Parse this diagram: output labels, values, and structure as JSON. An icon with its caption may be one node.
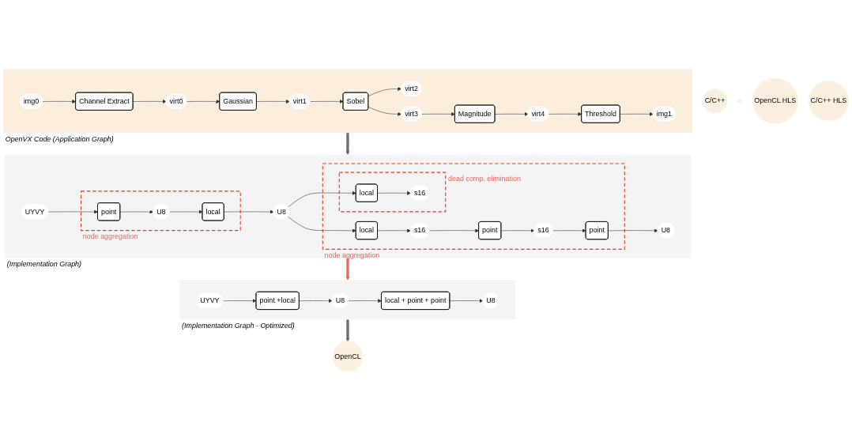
{
  "diagram": {
    "nodes": [
      {
        "text": [
          "OpenVX Code (Application Graph)"
        ]
      },
      {
        "text": [
          "img0"
        ],
        "in": 0
      },
      {
        "text": [
          "Channel Extract"
        ],
        "in": 0
      },
      {
        "text": [
          "virt0"
        ],
        "in": 0
      },
      {
        "text": [
          "Gaussian"
        ],
        "in": 0
      },
      {
        "text": [
          "virt1"
        ],
        "in": 0
      },
      {
        "text": [
          "Sobel"
        ],
        "in": 0
      },
      {
        "text": [
          "virt2"
        ],
        "in": 0
      },
      {
        "text": [
          "virt3"
        ],
        "in": 0
      },
      {
        "text": [
          "Magnitude"
        ],
        "in": 0
      },
      {
        "text": [
          "virt4"
        ],
        "in": 0
      },
      {
        "text": [
          "Threshold"
        ],
        "in": 0
      },
      {
        "text": [
          "img1"
        ],
        "in": 0
      },
      {
        "text": [
          "(Implementation Graph)"
        ]
      },
      {
        "text": [
          "UYVY"
        ],
        "in": 13
      },
      {
        "text": [
          "node aggregation"
        ],
        "in": 13
      },
      {
        "text": [
          "point"
        ],
        "in": 15
      },
      {
        "text": [
          "U8"
        ],
        "in": 15
      },
      {
        "text": [
          "local"
        ],
        "in": 15
      },
      {
        "text": [
          "U8"
        ],
        "in": 13
      },
      {
        "text": [
          "node aggregation"
        ],
        "in": 13
      },
      {
        "text": [
          "dead comp. elimination"
        ],
        "in": 20
      },
      {
        "text": [
          "local"
        ],
        "in": 21
      },
      {
        "text": [
          "s16"
        ],
        "in": 21
      },
      {
        "text": [
          "local"
        ],
        "in": 20
      },
      {
        "text": [
          "s16"
        ],
        "in": 20
      },
      {
        "text": [
          "point"
        ],
        "in": 20
      },
      {
        "text": [
          "s16"
        ],
        "in": 20
      },
      {
        "text": [
          "point"
        ],
        "in": 20
      },
      {
        "text": [
          "U8"
        ],
        "in": 13
      },
      {
        "text": [
          "(Implementation Graph - Optimized)"
        ]
      },
      {
        "text": [
          "UYVY"
        ],
        "in": 30
      },
      {
        "text": [
          "point +local"
        ],
        "in": 30
      },
      {
        "text": [
          "U8"
        ],
        "in": 30
      },
      {
        "text": [
          "local + point + point"
        ],
        "in": 30
      },
      {
        "text": [
          "U8"
        ],
        "in": 30
      },
      {
        "text": [
          "C/C++"
        ]
      },
      {
        "text": [],
        "shape": "circle"
      },
      {
        "text": [
          "OpenCL"
        ]
      },
      {
        "text": [
          "OpenCL HLS"
        ]
      },
      {
        "text": [
          "C/C++ HLS"
        ]
      }
    ],
    "edges": [
      {
        "from": 1,
        "to": 2,
        "arrow": "to"
      },
      {
        "from": 2,
        "to": 3,
        "arrow": "to"
      },
      {
        "from": 3,
        "to": 4,
        "arrow": "to"
      },
      {
        "from": 4,
        "to": 5,
        "arrow": "to"
      },
      {
        "from": 5,
        "to": 6,
        "arrow": "to"
      },
      {
        "from": 6,
        "to": 7,
        "arrow": "to"
      },
      {
        "from": 6,
        "to": 8,
        "arrow": "to"
      },
      {
        "from": 8,
        "to": 9,
        "arrow": "to"
      },
      {
        "from": 9,
        "to": 10,
        "arrow": "to"
      },
      {
        "from": 10,
        "to": 11,
        "arrow": "to"
      },
      {
        "from": 11,
        "to": 12,
        "arrow": "to"
      },
      {
        "from": 0,
        "to": 13,
        "arrow": "to",
        "style": "thick",
        "color": "#6e6e6e"
      },
      {
        "from": 14,
        "to": 16,
        "arrow": "to"
      },
      {
        "from": 16,
        "to": 17,
        "arrow": "to"
      },
      {
        "from": 17,
        "to": 18,
        "arrow": "to"
      },
      {
        "from": 18,
        "to": 19,
        "arrow": "to"
      },
      {
        "from": 19,
        "to": 22,
        "arrow": "to"
      },
      {
        "from": 19,
        "to": 24,
        "arrow": "to"
      },
      {
        "from": 22,
        "to": 23,
        "arrow": "to"
      },
      {
        "from": 24,
        "to": 25,
        "arrow": "to"
      },
      {
        "from": 25,
        "to": 26,
        "arrow": "to"
      },
      {
        "from": 26,
        "to": 27,
        "arrow": "to"
      },
      {
        "from": 27,
        "to": 28,
        "arrow": "to"
      },
      {
        "from": 28,
        "to": 29,
        "arrow": "to"
      },
      {
        "from": 13,
        "to": 30,
        "arrow": "to",
        "style": "thick",
        "color": "#ec6a5c"
      },
      {
        "from": 31,
        "to": 32,
        "arrow": "to"
      },
      {
        "from": 32,
        "to": 33,
        "arrow": "to"
      },
      {
        "from": 33,
        "to": 34,
        "arrow": "to"
      },
      {
        "from": 34,
        "to": 35,
        "arrow": "to"
      },
      {
        "from": 30,
        "to": 38,
        "arrow": "to",
        "style": "thick",
        "color": "#6e6e6e"
      }
    ]
  }
}
